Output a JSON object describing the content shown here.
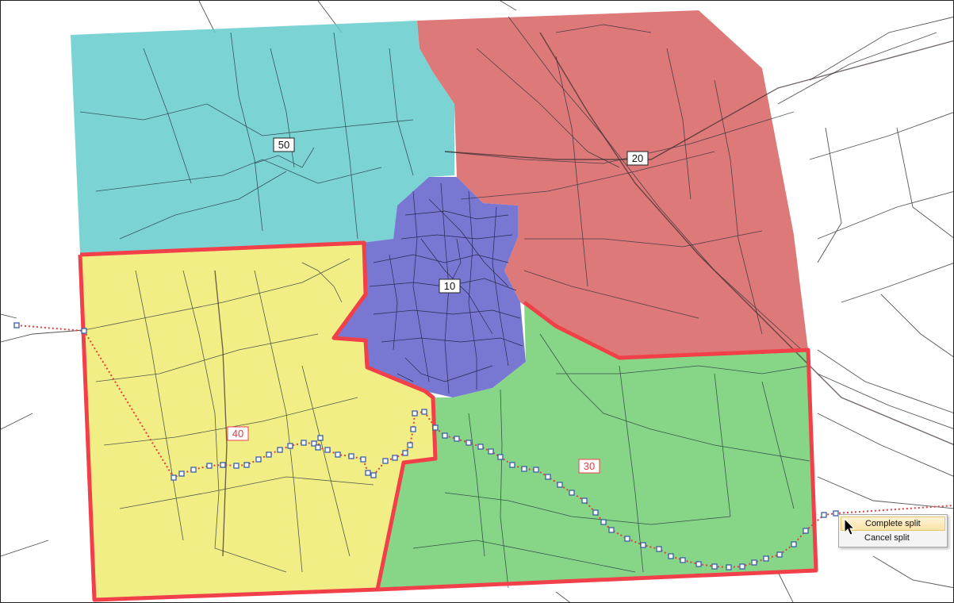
{
  "map": {
    "zones": [
      {
        "id": "zone-50",
        "label": "50",
        "fill": "#5fc9c9",
        "highlight": false
      },
      {
        "id": "zone-20",
        "label": "20",
        "fill": "#d55b5b",
        "highlight": false
      },
      {
        "id": "zone-10",
        "label": "10",
        "fill": "#5a5ac8",
        "highlight": false
      },
      {
        "id": "zone-40",
        "label": "40",
        "fill": "#eeea6b",
        "highlight": true
      },
      {
        "id": "zone-30",
        "label": "30",
        "fill": "#6dcd6d",
        "highlight": true
      }
    ],
    "colors": {
      "split_outline": "#f2404a",
      "split_line": "#e04040",
      "vertex_fill": "#ffffff",
      "vertex_stroke": "#3a5fa8",
      "road": "#1a2a3a"
    }
  },
  "context_menu": {
    "items": [
      {
        "label": "Complete split",
        "active": true
      },
      {
        "label": "Cancel split",
        "active": false
      }
    ]
  }
}
